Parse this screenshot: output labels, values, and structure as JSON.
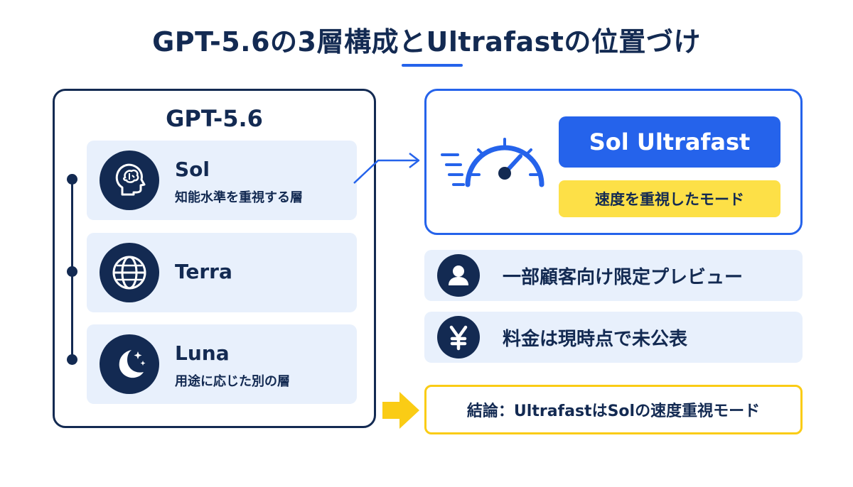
{
  "title": "GPT-5.6の3層構成とUltrafastの位置づけ",
  "left_panel": {
    "title": "GPT-5.6",
    "layers": [
      {
        "name": "Sol",
        "desc": "知能水準を重視する層",
        "icon": "brain-head-icon"
      },
      {
        "name": "Terra",
        "desc": "",
        "icon": "globe-icon"
      },
      {
        "name": "Luna",
        "desc": "用途に応じた別の層",
        "icon": "moon-stars-icon"
      }
    ]
  },
  "ultrafast": {
    "label": "Sol Ultrafast",
    "tag": "速度を重視したモード",
    "icon": "speedometer-icon"
  },
  "info": [
    {
      "text": "一部顧客向け限定プレビュー",
      "icon": "user-icon"
    },
    {
      "text": "料金は現時点で未公表",
      "icon": "yen-icon"
    }
  ],
  "conclusion": "結論：UltrafastはSolの速度重視モード",
  "colors": {
    "navy": "#132a52",
    "blue": "#2563eb",
    "light_blue": "#e8f0fc",
    "yellow": "#fde047",
    "arrow_yellow": "#facc15"
  }
}
